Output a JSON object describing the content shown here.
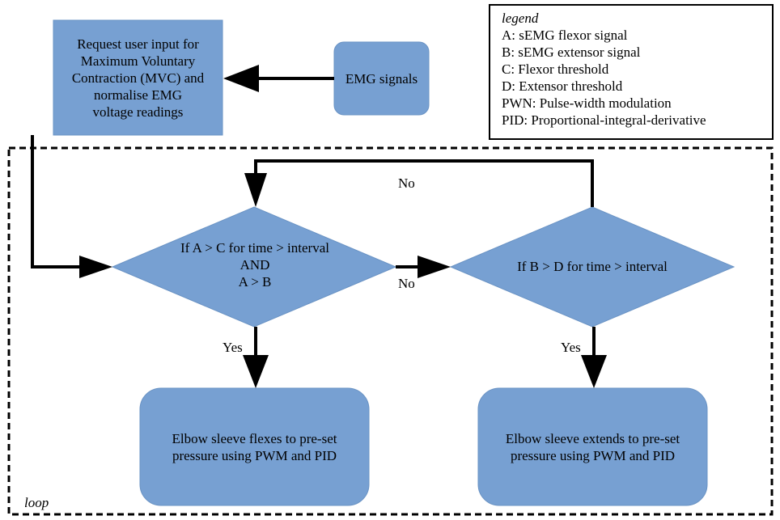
{
  "colors": {
    "node_fill": "#77a0d2",
    "node_stroke": "#6a93c4",
    "line": "#000000",
    "background": "#ffffff"
  },
  "nodes": {
    "request_input": [
      "Request user input for",
      "Maximum Voluntary",
      "Contraction (MVC) and",
      "normalise EMG",
      "voltage readings"
    ],
    "emg_signals": "EMG signals",
    "decision_flex": [
      "If A > C for time > interval",
      "AND",
      "A > B"
    ],
    "decision_extend": "If B > D for time > interval",
    "flex_action": [
      "Elbow sleeve flexes to pre-set",
      "pressure using PWM and PID"
    ],
    "extend_action": [
      "Elbow sleeve extends to pre-set",
      "pressure using PWM and PID"
    ]
  },
  "edge_labels": {
    "no_top": "No",
    "no_middle": "No",
    "yes_left": "Yes",
    "yes_right": "Yes"
  },
  "legend": {
    "title": "legend",
    "items": [
      "A: sEMG flexor signal",
      "B: sEMG extensor signal",
      "C: Flexor threshold",
      "D: Extensor threshold",
      "PWN: Pulse-width modulation",
      "PID: Proportional-integral-derivative"
    ]
  },
  "loop_label": "loop"
}
